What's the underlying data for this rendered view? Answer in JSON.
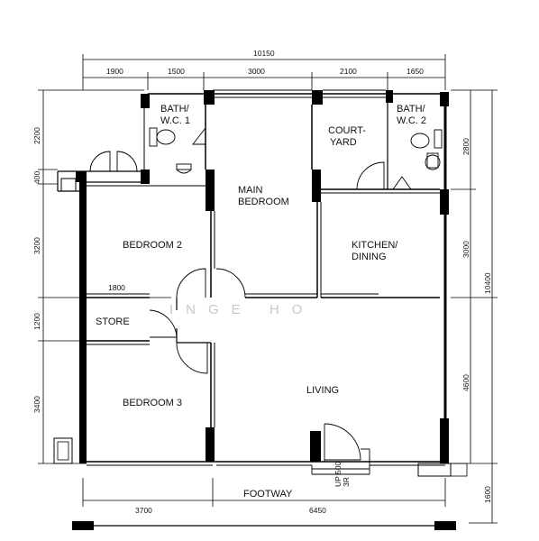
{
  "colors": {
    "line": "#000000",
    "background": "#ffffff",
    "watermark": "#c8c8c8"
  },
  "rooms": {
    "bath1_a": "BATH/",
    "bath1_b": "W.C. 1",
    "courtyard_a": "COURT-",
    "courtyard_b": "YARD",
    "bath2_a": "BATH/",
    "bath2_b": "W.C. 2",
    "main_bedroom_a": "MAIN",
    "main_bedroom_b": "BEDROOM",
    "bedroom2": "BEDROOM 2",
    "kitchen_a": "KITCHEN/",
    "kitchen_b": "DINING",
    "store": "STORE",
    "bedroom3": "BEDROOM 3",
    "living": "LIVING",
    "footway": "FOOTWAY"
  },
  "dimensions": {
    "top_total": "10150",
    "top": [
      "1900",
      "1500",
      "3000",
      "2100",
      "1650"
    ],
    "left": [
      "2200",
      "400",
      "3200",
      "1200",
      "3400"
    ],
    "right": [
      "2800",
      "3000",
      "4600"
    ],
    "right_total": "10400",
    "bottom_right": "1600",
    "store_width": "1800",
    "bottom_a": "3700",
    "bottom_b": "6450"
  },
  "stair": {
    "line1": "UP 500",
    "line2": "3R"
  },
  "watermark": "INGE HO"
}
